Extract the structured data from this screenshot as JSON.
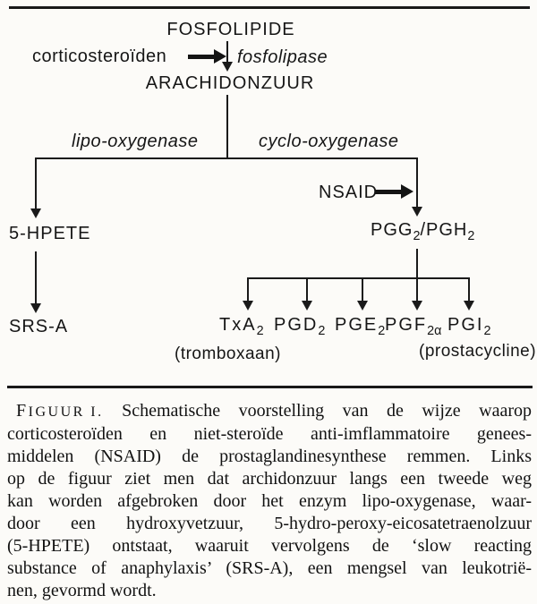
{
  "colors": {
    "paper": "#fcfbf8",
    "ink": "#151515"
  },
  "diagram": {
    "fosfolipide": "FOSFOLIPIDE",
    "corticosteroiden": "corticosteroïden",
    "fosfolipase": "fosfolipase",
    "arachidonzuur": "ARACHIDONZUUR",
    "lipo_oxygenase": "lipo-oxygenase",
    "cyclo_oxygenase": "cyclo-oxygenase",
    "nsaid": "NSAID",
    "hpete": "5-HPETE",
    "srs_a": "SRS-A",
    "pgg_pgh": {
      "p1": "PGG",
      "s1": "2",
      "p2": "/PGH",
      "s2": "2"
    },
    "products": [
      {
        "name": "TxA",
        "sub": "2",
        "note": "(tromboxaan)"
      },
      {
        "name": "PGD",
        "sub": "2"
      },
      {
        "name": "PGE",
        "sub": "2"
      },
      {
        "name": "PGF",
        "sub": "2α"
      },
      {
        "name": "PGI",
        "sub": "2",
        "note": "(prostacycline)"
      }
    ]
  },
  "caption": {
    "label": "FIGUUR I.",
    "line1_rest": "Schematische voorstelling van de wijze waarop",
    "lines": [
      "corticosteroïden en niet-steroïde anti-imflammatoire genees-",
      "middelen (NSAID) de prostaglandinesynthese remmen. Links",
      "op de figuur ziet men dat archidonzuur langs een tweede weg",
      "kan worden afgebroken door het enzym lipo-oxygenase, waar-",
      "door een hydroxyvetzuur, 5-hydro-peroxy-eicosatetraenolzuur",
      "(5-HPETE) ontstaat, waaruit vervolgens de ‘slow reacting",
      "substance of anaphylaxis’ (SRS-A), een mengsel van leukotrië-"
    ],
    "last_line": "nen, gevormd wordt."
  }
}
